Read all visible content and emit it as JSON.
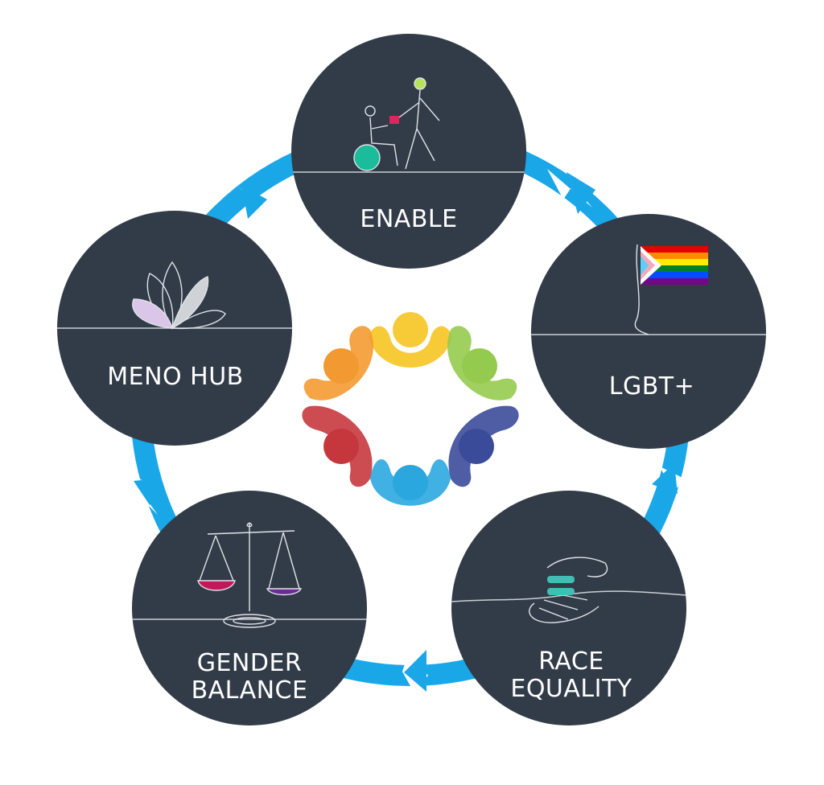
{
  "nodes": {
    "enable": {
      "label": "ENABLE"
    },
    "lgbt": {
      "label": "LGBT+"
    },
    "race": {
      "line1": "RACE",
      "line2": "EQUALITY"
    },
    "gender": {
      "line1": "GENDER",
      "line2": "BALANCE"
    },
    "meno": {
      "label": "MENO HUB"
    }
  },
  "colors": {
    "circle": "#323c48",
    "ring": "#1aa7e8",
    "label": "#ffffff",
    "line": "#c9ced4",
    "logo": [
      "#f7c628",
      "#8cc63f",
      "#2a3c91",
      "#1aa0dc",
      "#c1272d",
      "#f39120"
    ]
  },
  "icons": {
    "enable": "wheelchair-assist-icon",
    "lgbt": "progress-pride-flag-icon",
    "race": "handshake-icon",
    "gender": "balance-scale-icon",
    "meno": "lotus-icon",
    "center": "unity-people-logo"
  }
}
